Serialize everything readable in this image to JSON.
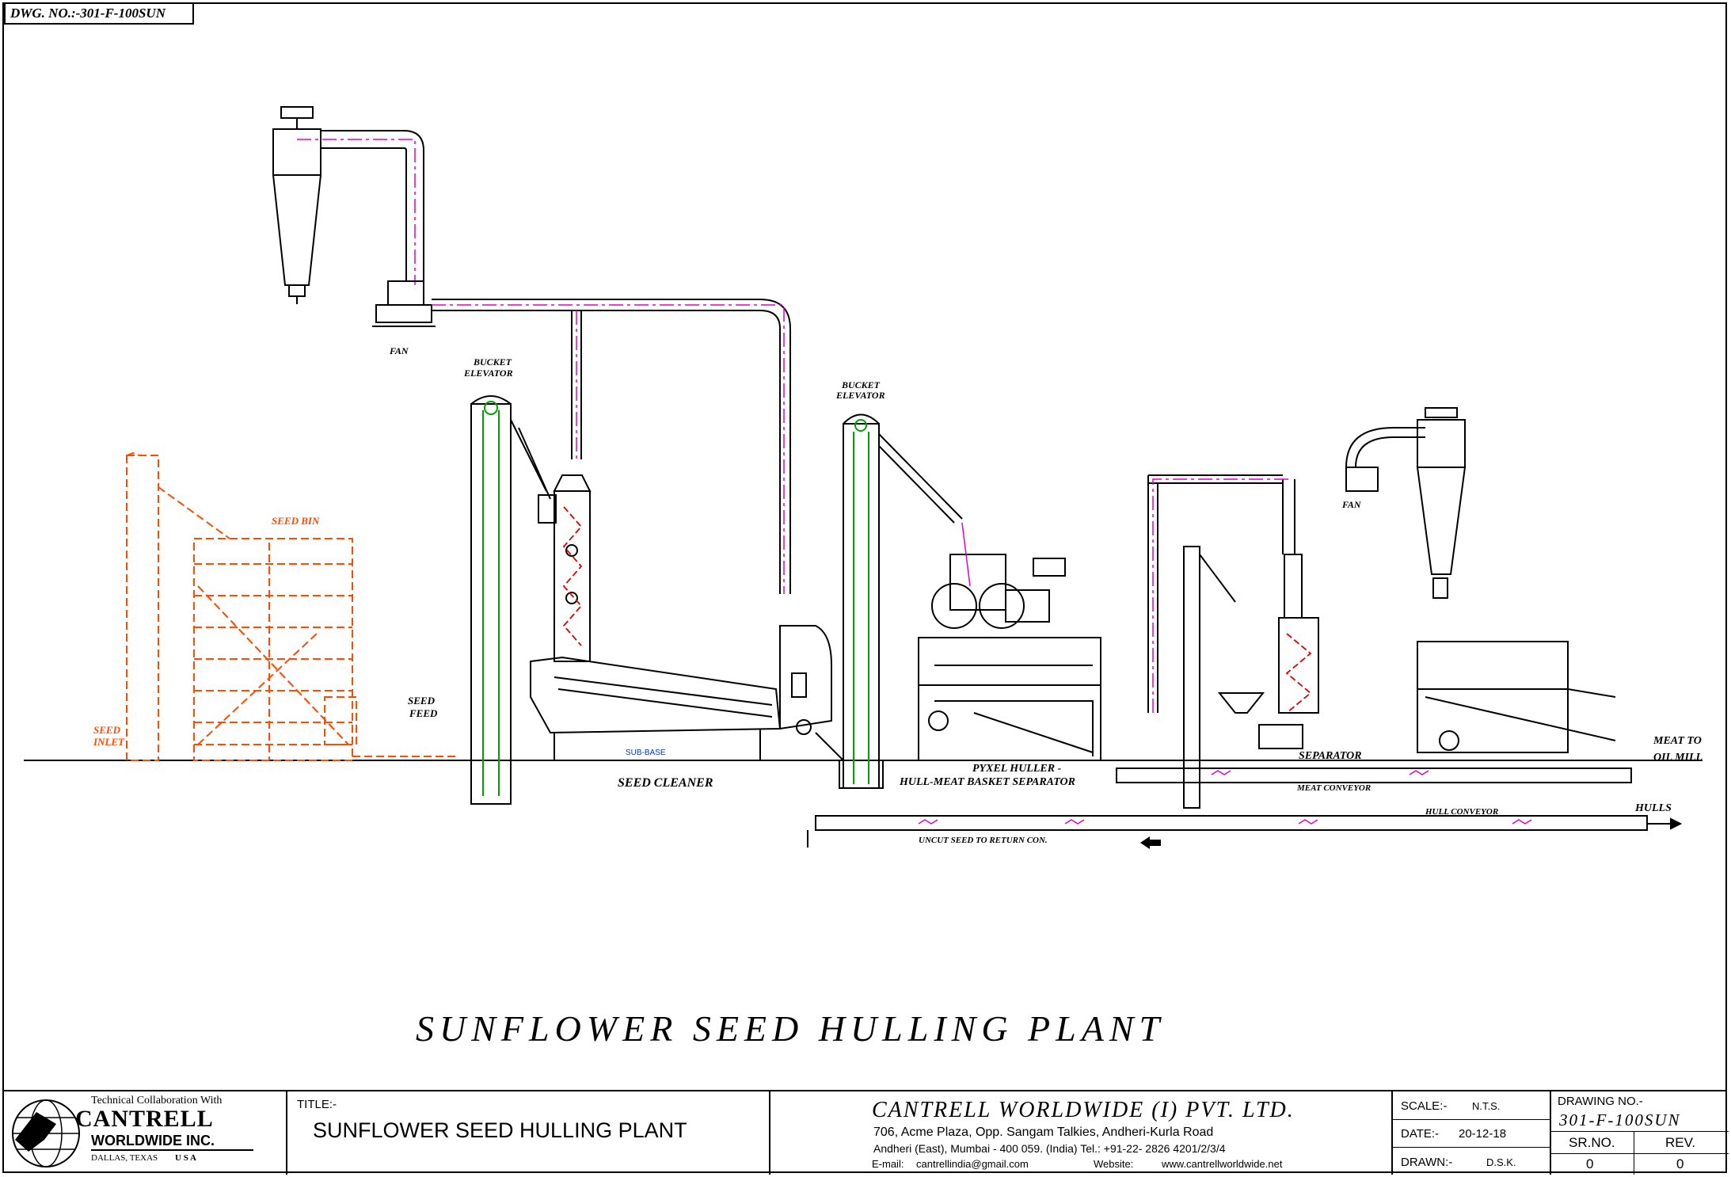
{
  "drawing_number_box": "DWG. NO.:-301-F-100SUN",
  "main_title": "SUNFLOWER SEED HULLING PLANT",
  "labels": {
    "fan_top": "FAN",
    "bucket_elevator_1a": "BUCKET",
    "bucket_elevator_1b": "ELEVATOR",
    "bucket_elevator_2a": "BUCKET",
    "bucket_elevator_2b": "ELEVATOR",
    "seed_bin": "SEED BIN",
    "seed_inlet_a": "SEED",
    "seed_inlet_b": "INLET",
    "seed_feed_a": "SEED",
    "seed_feed_b": "FEED",
    "sub_base": "SUB-BASE",
    "seed_cleaner": "SEED CLEANER",
    "huller_a": "PYXEL HULLER -",
    "huller_b": "HULL-MEAT BASKET SEPARATOR",
    "fan_right": "FAN",
    "separator": "SEPARATOR",
    "meat_conveyor": "MEAT CONVEYOR",
    "hull_conveyor": "HULL CONVEYOR",
    "meat_to_a": "MEAT TO",
    "meat_to_b": "OIL MILL",
    "hulls": "HULLS",
    "uncut_seed": "UNCUT SEED TO RETURN CON."
  },
  "title_block": {
    "collab_line": "Technical Collaboration With",
    "logo_name_1": "CANTRELL",
    "logo_name_2": "WORLDWIDE INC.",
    "logo_city": "DALLAS, TEXAS",
    "logo_country": "U S A",
    "title_label": "TITLE:-",
    "title_value": "SUNFLOWER SEED HULLING PLANT",
    "company_name": "CANTRELL WORLDWIDE (I) PVT. LTD.",
    "address_1": "706, Acme Plaza, Opp. Sangam Talkies, Andheri-Kurla Road",
    "address_2": "Andheri (East), Mumbai - 400 059. (India) Tel.: +91-22- 2826 4201/2/3/4",
    "email_label": "E-mail:",
    "email": "cantrellindia@gmail.com",
    "website_label": "Website:",
    "website": "www.cantrellworldwide.net",
    "scale_label": "SCALE:-",
    "scale_value": "N.T.S.",
    "date_label": "DATE:-",
    "date_value": "20-12-18",
    "drawn_label": "DRAWN:-",
    "drawn_value": "D.S.K.",
    "drawing_no_label": "DRAWING NO.-",
    "drawing_no_value": "301-F-100SUN",
    "srno_label": "SR.NO.",
    "srno_value": "0",
    "rev_label": "REV.",
    "rev_value": "0"
  },
  "colors": {
    "line": "#000000",
    "seed_bin": "#ff4a00",
    "flow": "#e000c8",
    "elevator_belt": "#00a000",
    "sub_base_text": "#0033cc"
  }
}
